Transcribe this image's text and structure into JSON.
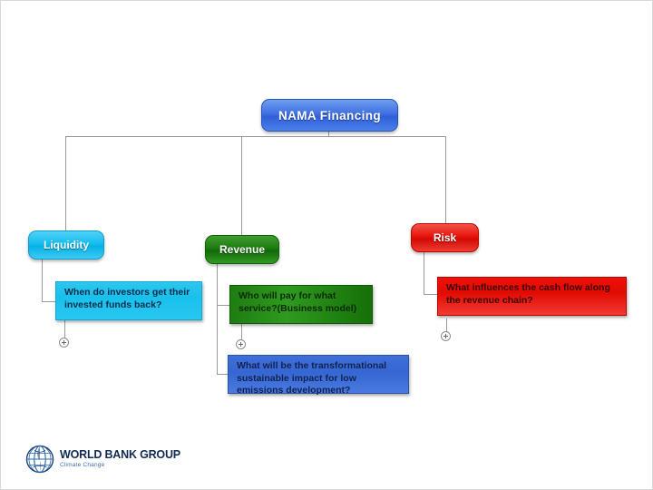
{
  "diagram": {
    "type": "mind-map-tree",
    "root": {
      "label": "NAMA Financing",
      "color": "#3f6fe0"
    },
    "branches": [
      {
        "label": "Liquidity",
        "color": "#16bdec",
        "children": [
          {
            "label": "When do investors get their invested funds back?",
            "color": "#19c0ec",
            "expander": "plus"
          }
        ]
      },
      {
        "label": "Revenue",
        "color": "#1d7a10",
        "children": [
          {
            "label": "Who will pay for what service?(Business model)",
            "color": "#2f9a1f",
            "expander": "plus"
          },
          {
            "label": "What will be the transformational sustainable impact for low emissions development?",
            "color": "#3566d2",
            "expander": "none"
          }
        ]
      },
      {
        "label": "Risk",
        "color": "#e8140c",
        "children": [
          {
            "label": "What influences the cash flow along the revenue chain?",
            "color": "#e20b03",
            "expander": "plus"
          }
        ]
      }
    ]
  },
  "logo": {
    "name": "WORLD BANK GROUP",
    "subtitle": "Climate Change"
  }
}
